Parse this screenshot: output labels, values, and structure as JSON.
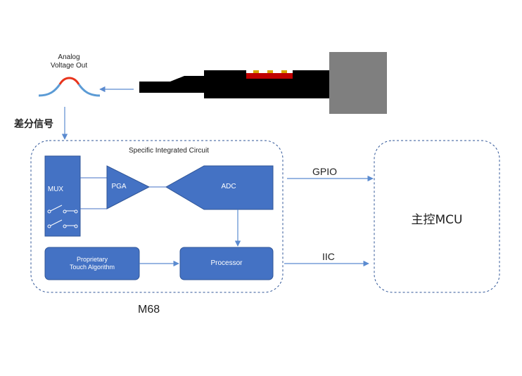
{
  "sensor": {
    "analog_label_line1": "Analog",
    "analog_label_line2": "Voltage Out",
    "diff_signal_label": "差分信号"
  },
  "asic": {
    "title": "Specific Integrated Circuit",
    "mux_label": "MUX",
    "pga_label": "PGA",
    "adc_label": "ADC",
    "algo_label_line1": "Proprietary",
    "algo_label_line2": "Touch Algorithm",
    "processor_label": "Processor",
    "chip_name": "M68"
  },
  "links": {
    "gpio_label": "GPIO",
    "iic_label": "IIC"
  },
  "mcu": {
    "label": "主控MCU"
  },
  "colors": {
    "block_fill": "#4472c4",
    "block_stroke": "#2f5597",
    "arrow": "#5b8bd0",
    "dashed_border": "#2f5597",
    "curve_blue": "#5b9bd5",
    "curve_red": "#e8341c",
    "cable": "#000000",
    "connector": "#7f7f7f",
    "sensor_red": "#c00000"
  }
}
